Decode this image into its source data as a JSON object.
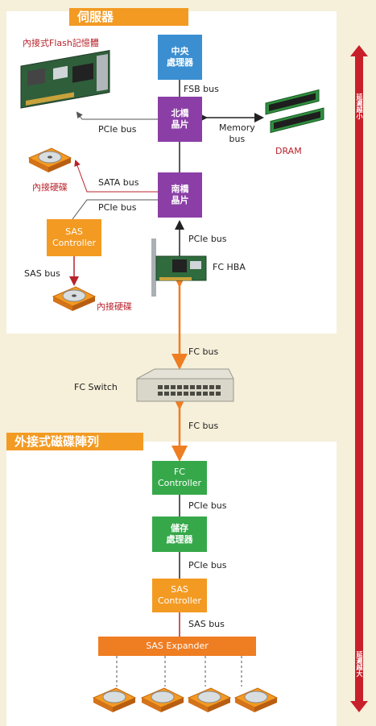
{
  "server": {
    "title": "伺服器",
    "cpu": "中央\n處理器",
    "fsb_bus": "FSB bus",
    "northbridge": "北橋\n晶片",
    "southbridge": "南橋\n晶片",
    "flash_label": "內接式Flash記憶體",
    "pcie_bus_1": "PCIe bus",
    "pcie_bus_2": "PCIe bus",
    "pcie_bus_3": "PCIe bus",
    "memory_bus": "Memory\nbus",
    "dram": "DRAM",
    "sata_bus": "SATA bus",
    "internal_disk_1": "內接硬碟",
    "sas_controller": "SAS\nController",
    "sas_bus": "SAS bus",
    "internal_disk_2": "內接硬碟",
    "fc_hba": "FC HBA"
  },
  "fabric": {
    "fc_bus_1": "FC bus",
    "fc_switch": "FC Switch",
    "fc_bus_2": "FC bus"
  },
  "array": {
    "title": "外接式磁碟陣列",
    "fc_controller": "FC\nController",
    "pcie_bus_1": "PCIe bus",
    "storage_processor": "儲存\n處理器",
    "pcie_bus_2": "PCIe bus",
    "sas_controller": "SAS\nController",
    "sas_bus": "SAS bus",
    "sas_expander": "SAS Expander"
  },
  "latency": {
    "top": "延遲越小",
    "bottom": "延遲越大"
  },
  "colors": {
    "header": "#f39a23",
    "cpu": "#3b8fd1",
    "chip": "#8b3fa6",
    "controller": "#f39a23",
    "array_box": "#36a84a",
    "expander": "#ef7d22",
    "arrow_red": "#b8222a",
    "fc_link": "#ef7d22"
  }
}
